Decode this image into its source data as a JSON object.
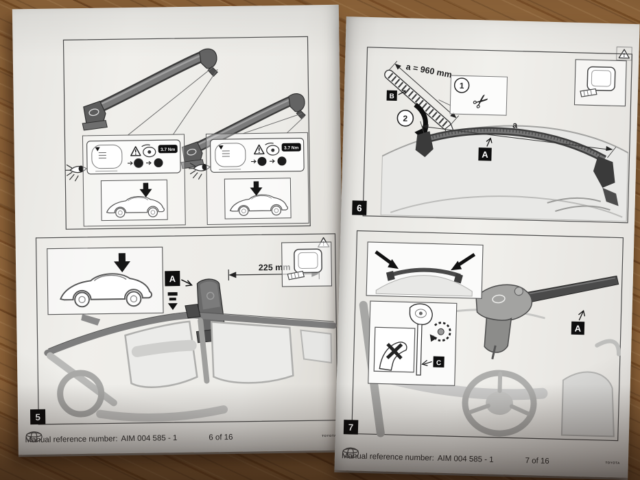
{
  "booklet": {
    "page_left": {
      "parts_section": {
        "torque_badge_front": "3.7 Nm",
        "torque_badge_rear": "3.7 Nm"
      },
      "step_5": {
        "number": "5",
        "part_a_label": "A",
        "distance_label": "225 mm",
        "corner_warning": "!"
      },
      "footer": {
        "reference_label": "Manual reference number:",
        "reference_number": "AIM 004 585 - 1",
        "page_indicator": "6 of 16",
        "brand_name": "TOYOTA"
      }
    },
    "page_right": {
      "corner_warning": "!",
      "step_6": {
        "number": "6",
        "strip_length_label": "a = 960 mm",
        "bar_length_label": "a",
        "part_a_label": "A",
        "part_b_label": "B",
        "substep_cut_number": "1",
        "substep_fit_number": "2",
        "scissors_glyph": "✂"
      },
      "step_7": {
        "number": "7",
        "part_a_label": "A",
        "part_c_label": "C",
        "no_force_glyph": "✕"
      },
      "footer": {
        "reference_label": "Manual reference number:",
        "reference_number": "AIM 004 585 - 1",
        "page_indicator": "7 of 16",
        "brand_name": "TOYOTA"
      }
    }
  }
}
